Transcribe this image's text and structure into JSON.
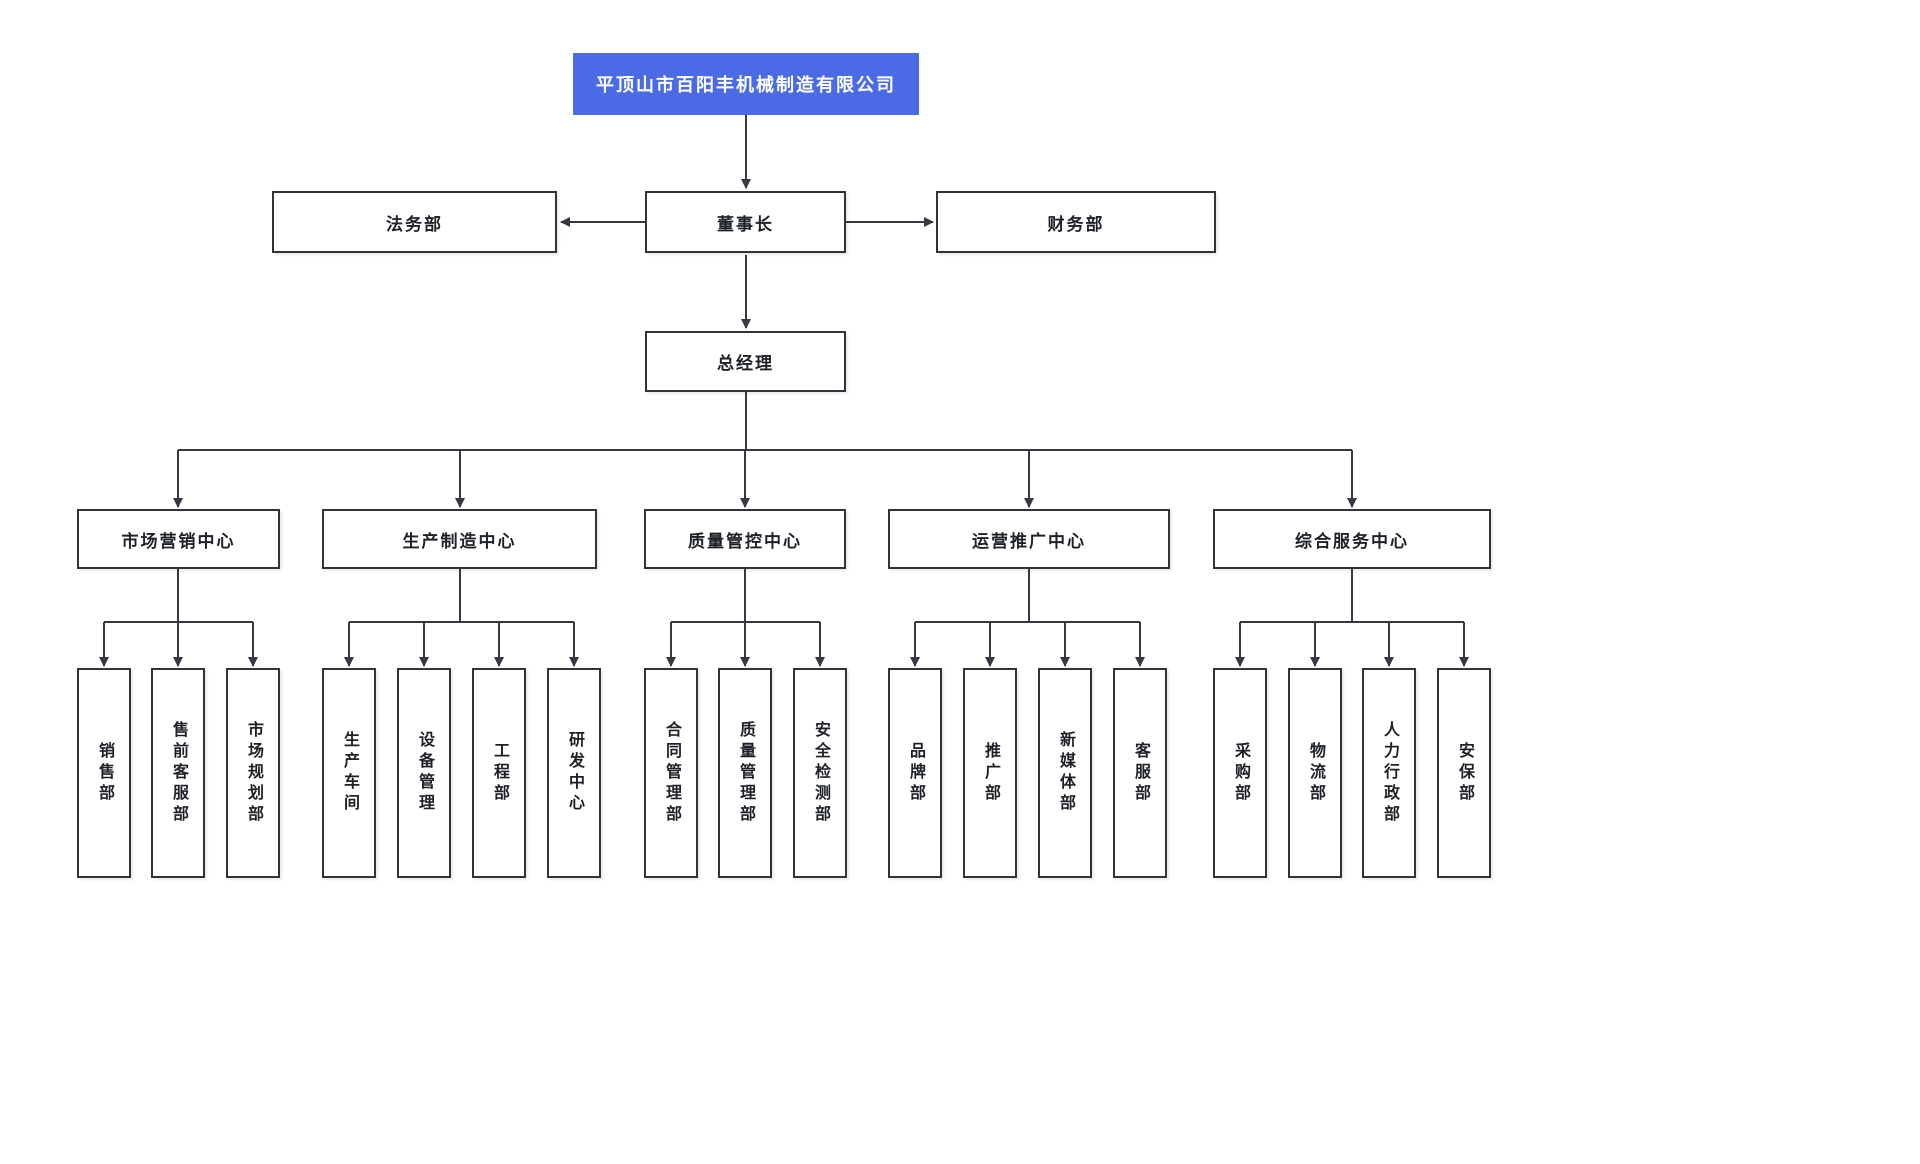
{
  "colors": {
    "root_bg": "#4A6BE5",
    "root_text": "#FFFFFF",
    "box_bg": "#FFFFFF",
    "box_border": "#2F343B",
    "line": "#363A40",
    "text": "#1E2228"
  },
  "org": {
    "root": "平顶山市百阳丰机械制造有限公司",
    "executives": {
      "chairman": "董事长",
      "legal": "法务部",
      "finance": "财务部",
      "general_manager": "总经理"
    },
    "centers": [
      {
        "label": "市场营销中心",
        "children": [
          "销售部",
          "售前客服部",
          "市场规划部"
        ]
      },
      {
        "label": "生产制造中心",
        "children": [
          "生产车间",
          "设备管理",
          "工程部",
          "研发中心"
        ]
      },
      {
        "label": "质量管控中心",
        "children": [
          "合同管理部",
          "质量管理部",
          "安全检测部"
        ]
      },
      {
        "label": "运营推广中心",
        "children": [
          "品牌部",
          "推广部",
          "新媒体部",
          "客服部"
        ]
      },
      {
        "label": "综合服务中心",
        "children": [
          "采购部",
          "物流部",
          "人力行政部",
          "安保部"
        ]
      }
    ]
  }
}
